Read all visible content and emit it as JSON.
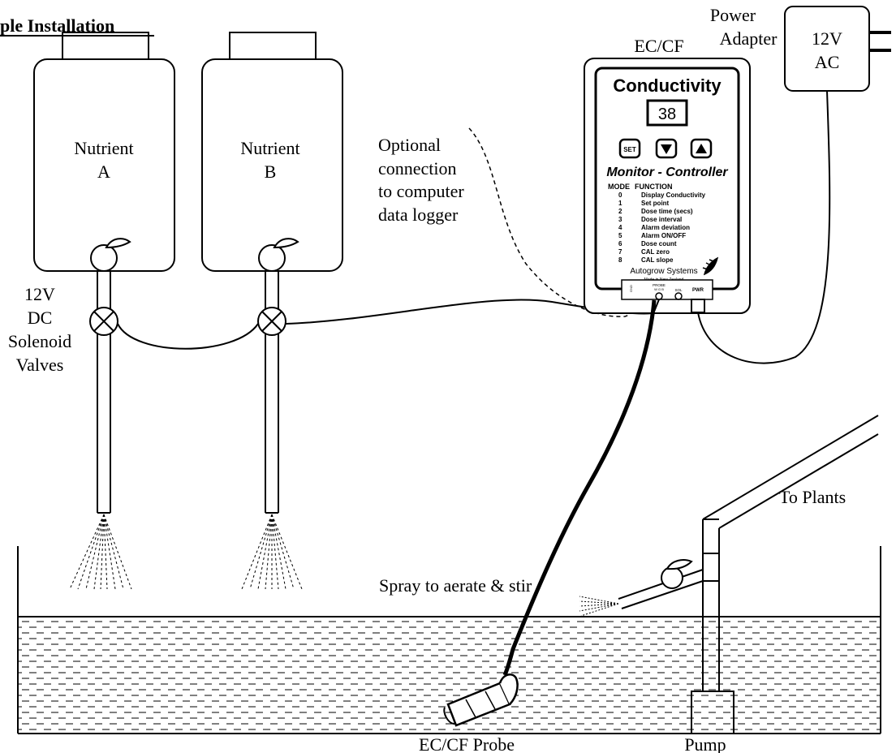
{
  "title": "ple Installation",
  "tanks": [
    {
      "line1": "Nutrient",
      "line2": "A"
    },
    {
      "line1": "Nutrient",
      "line2": "B"
    }
  ],
  "valve_label": [
    "12V",
    "DC",
    "Solenoid",
    "Valves"
  ],
  "optional_label": [
    "Optional",
    "connection",
    "to computer",
    "data logger"
  ],
  "controller": {
    "label": "EC/CF",
    "heading": "Conductivity",
    "display_value": "38",
    "set_button": "SET",
    "subtitle": "Monitor - Controller",
    "mode_header": "MODE",
    "function_header": "FUNCTION",
    "modes": [
      {
        "mode": "0",
        "function": "Display Conductivity"
      },
      {
        "mode": "1",
        "function": "Set point"
      },
      {
        "mode": "2",
        "function": "Dose time (secs)"
      },
      {
        "mode": "3",
        "function": "Dose interval"
      },
      {
        "mode": "4",
        "function": "Alarm deviation"
      },
      {
        "mode": "5",
        "function": "Alarm ON/OFF"
      },
      {
        "mode": "6",
        "function": "Dose count"
      },
      {
        "mode": "7",
        "function": "CAL zero"
      },
      {
        "mode": "8",
        "function": "CAL slope"
      }
    ],
    "brand": "Autogrow Systems",
    "made_in": "Made in New Zealand",
    "connectors": {
      "probe": "PROBE",
      "sol": "SOL",
      "pwr": "PWR",
      "gnd": "GND",
      "probe_pins": "W  G  B"
    }
  },
  "power_adapter": {
    "label_line1": "Power",
    "label_line2": "Adapter",
    "voltage": "12V",
    "type": "AC"
  },
  "to_plants": "To Plants",
  "spray_label": "Spray to aerate & stir",
  "probe_label": "EC/CF Probe",
  "pump_label": "Pump"
}
